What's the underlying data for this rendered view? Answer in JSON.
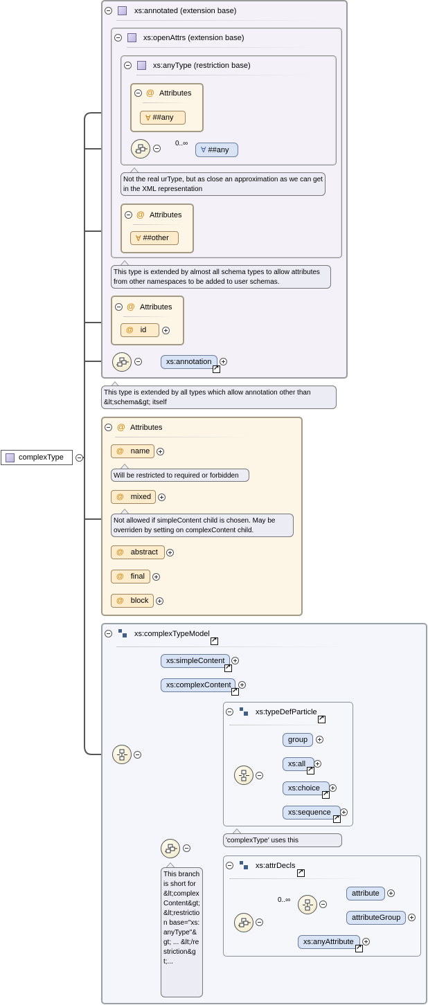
{
  "root": {
    "label": "complexType"
  },
  "annotated": {
    "header": "xs:annotated (extension base)",
    "openAttrs": {
      "header": "xs:openAttrs (extension base)",
      "anyType": {
        "header": "xs:anyType (restriction base)",
        "attributes_label": "Attributes",
        "any_attr": "##any",
        "cardinality": "0..∞",
        "any_elem": "##any",
        "note": "Not the real urType, but as close an approximation as we can get in the XML representation"
      },
      "attributes_label": "Attributes",
      "other_attr": "##other",
      "note": "This type is extended by almost all schema types to allow attributes from other namespaces to be added to user schemas."
    },
    "attributes_label": "Attributes",
    "id_attr": "id",
    "annotation_elem": "xs:annotation",
    "note": "This type is extended by all types which allow annotation other than &lt;schema&gt; itself"
  },
  "attributes": {
    "label": "Attributes",
    "name_attr": "name",
    "name_note": "Will be restricted to required or forbidden",
    "mixed_attr": "mixed",
    "mixed_note": "Not allowed if simpleContent child is chosen. May be overriden by setting on complexContent child.",
    "abstract_attr": "abstract",
    "final_attr": "final",
    "block_attr": "block"
  },
  "model": {
    "header": "xs:complexTypeModel",
    "simpleContent": "xs:simpleContent",
    "complexContent": "xs:complexContent",
    "typeDefParticle": {
      "header": "xs:typeDefParticle",
      "group": "group",
      "all": "xs:all",
      "choice": "xs:choice",
      "sequence": "xs:sequence"
    },
    "typeDefParticle_note": "'complexType' uses this",
    "branch_note": "This branch is short for &lt;complexContent&gt; &lt;restriction base=\"xs:anyType\"&gt; ... &lt;/restriction&gt;...",
    "attrDecls": {
      "header": "xs:attrDecls",
      "cardinality": "0..∞",
      "attribute": "attribute",
      "attributeGroup": "attributeGroup",
      "anyAttribute": "xs:anyAttribute"
    }
  }
}
